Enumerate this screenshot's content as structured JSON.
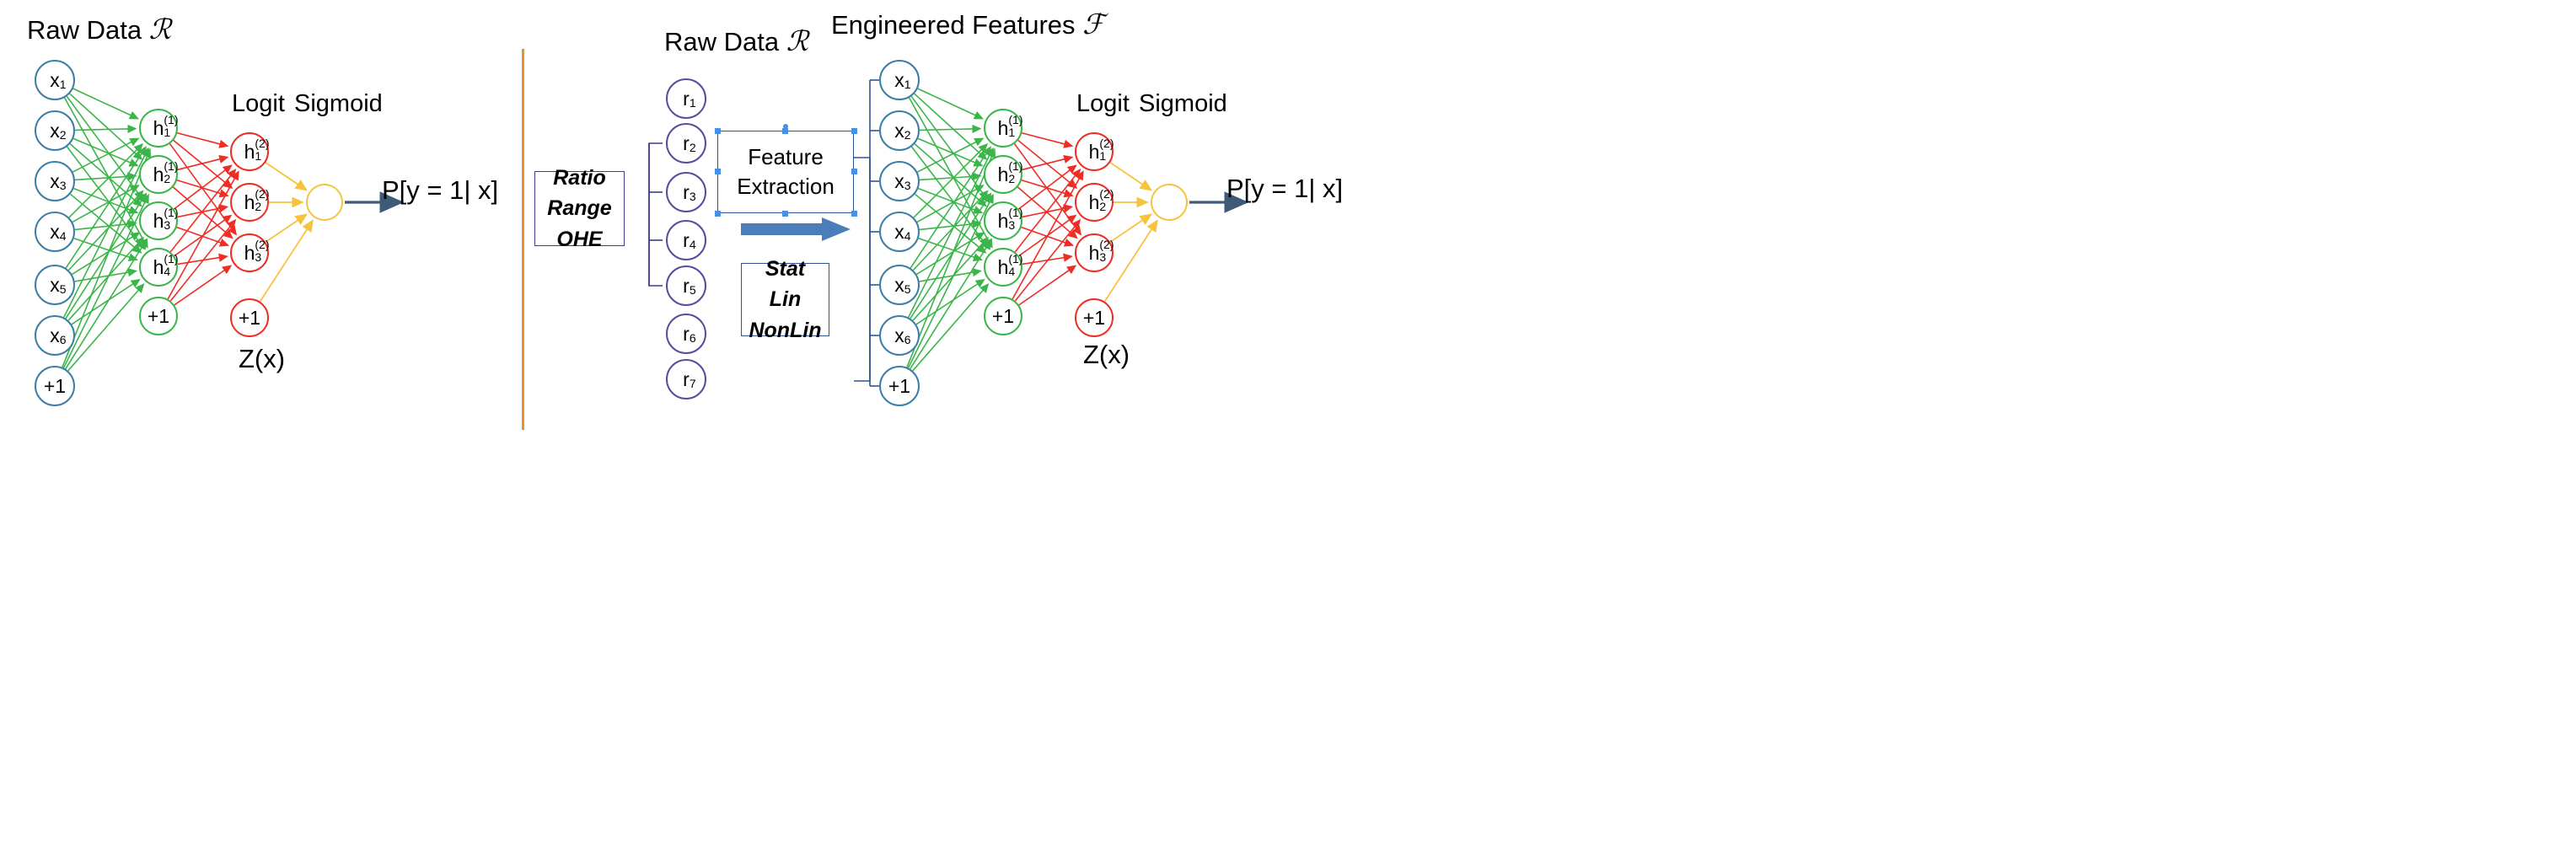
{
  "left_panel": {
    "header": {
      "text": "Raw Data",
      "symbol": "ℛ"
    },
    "labels": {
      "logit": "Logit",
      "sigmoid": "Sigmoid",
      "z": "Z(x)",
      "output": "P[y = 1| x]"
    },
    "input_nodes": [
      "x1",
      "x2",
      "x3",
      "x4",
      "x5",
      "x6",
      "+1"
    ],
    "hidden1_nodes": [
      "h1(1)",
      "h2(1)",
      "h3(1)",
      "h4(1)",
      "+1"
    ],
    "hidden2_nodes": [
      "h1(2)",
      "h2(2)",
      "h3(2)",
      "+1"
    ],
    "output_node": "sigmoid-unit"
  },
  "right_panel": {
    "raw_header": {
      "text": "Raw Data",
      "symbol": "ℛ"
    },
    "features_header": {
      "text": "Engineered Features",
      "symbol": "ℱ"
    },
    "labels": {
      "logit": "Logit",
      "sigmoid": "Sigmoid",
      "z": "Z(x)",
      "output": "P[y = 1| x]"
    },
    "raw_nodes": [
      "r1",
      "r2",
      "r3",
      "r4",
      "r5",
      "r6",
      "r7"
    ],
    "feature_nodes": [
      "x1",
      "x2",
      "x3",
      "x4",
      "x5",
      "x6",
      "+1"
    ],
    "hidden1_nodes": [
      "h1(1)",
      "h2(1)",
      "h3(1)",
      "h4(1)",
      "+1"
    ],
    "hidden2_nodes": [
      "h1(2)",
      "h2(2)",
      "h3(2)",
      "+1"
    ],
    "boxes": {
      "transform": {
        "lines": [
          "Ratio",
          "Range",
          "OHE"
        ]
      },
      "feature_extraction": {
        "lines": [
          "Feature",
          "Extraction"
        ]
      },
      "methods": {
        "lines": [
          "Stat",
          "Lin",
          "NonLin"
        ]
      }
    },
    "arrow": "block-arrow-right"
  },
  "colors": {
    "input_node": "#3d7ea6",
    "raw_node": "#5b4a9e",
    "hidden_green": "#3bb54a",
    "hidden_red": "#ee2d24",
    "sigmoid_yellow": "#f5c43c",
    "output_arrow": "#3f5a77",
    "divider": "#e8912d",
    "box_purple": "#3b3b8f",
    "box_blue": "#2e5496",
    "block_arrow": "#4a7ebb",
    "handle": "#4a90e2"
  }
}
